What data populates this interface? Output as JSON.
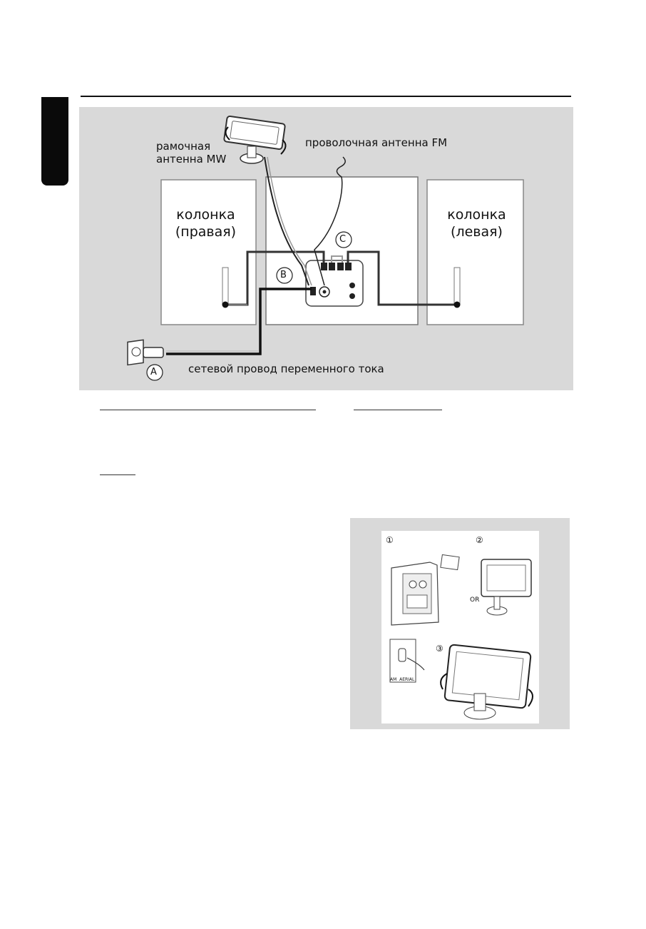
{
  "figure1": {
    "labels": {
      "mw_antenna_line1": "рамочная",
      "mw_antenna_line2": "антенна MW",
      "fm_antenna": "проволочная антенна FM",
      "speaker_right_line1": "колонка",
      "speaker_right_line2": "(правая)",
      "speaker_left_line1": "колонка",
      "speaker_left_line2": "(левая)",
      "ac_cord": "сетевой провод переменного тока"
    },
    "callouts": {
      "a": "A",
      "b": "B",
      "c": "C"
    }
  },
  "figure2": {
    "steps": {
      "s1": "①",
      "s2": "②",
      "s3": "③"
    },
    "or_label": "OR",
    "socket_label": "AM  AERIAL"
  }
}
